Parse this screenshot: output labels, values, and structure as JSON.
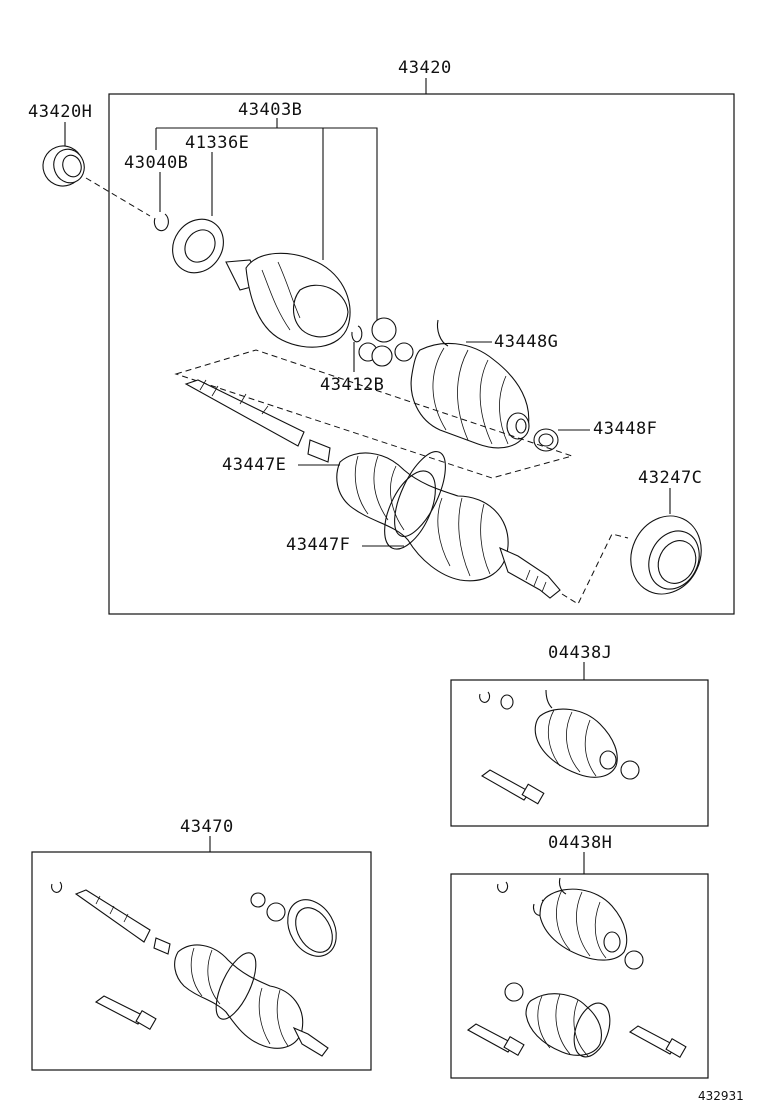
{
  "diagram": {
    "part_labels": {
      "assembly_main": "43420",
      "bearing_43420H": "43420H",
      "joint_kit": "43403B",
      "seal": "41336E",
      "snap_ring": "43040B",
      "clip_43412B": "43412B",
      "inner_boot": "43448G",
      "inner_boot_clamp": "43448F",
      "dust_deflector": "43247C",
      "outer_boot_clamp": "43447E",
      "outer_boot_clamp_2": "43447F",
      "boot_kit_inner": "04438J",
      "boot_kit_outer": "04438H",
      "assembly_alt": "43470"
    },
    "reference_number": "432931"
  }
}
